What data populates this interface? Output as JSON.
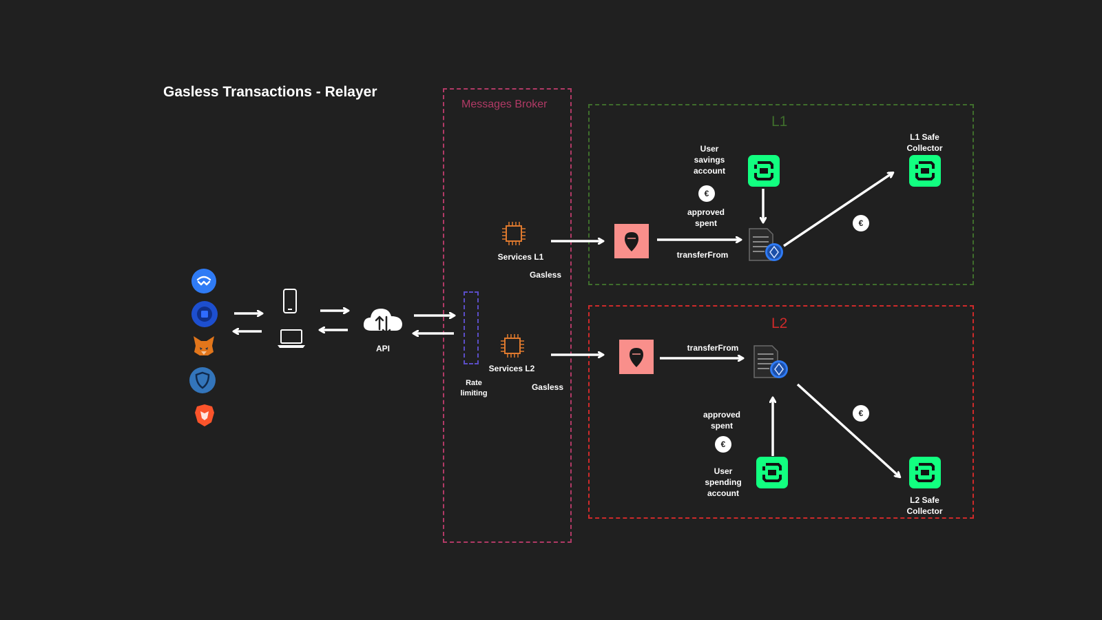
{
  "title": "Gasless Transactions - Relayer",
  "broker": {
    "label": "Messages Broker",
    "color": "#b23a66"
  },
  "l1": {
    "label": "L1",
    "color": "#3f6e2c",
    "service_label": "Services L1",
    "gasless_label": "Gasless",
    "user_account_label": "User savings account",
    "approved_label": "approved spent",
    "transfer_label": "transferFrom",
    "collector_label": "L1 Safe Collector"
  },
  "l2": {
    "label": "L2",
    "color": "#cf2a2a",
    "service_label": "Services L2",
    "gasless_label": "Gasless",
    "user_account_label": "User spending account",
    "approved_label": "approved spent",
    "transfer_label": "transferFrom",
    "collector_label": "L2 Safe Collector"
  },
  "api_label": "API",
  "rate_limiting_label": "Rate limiting",
  "currency_symbol": "€",
  "wallets": [
    "walletconnect-icon",
    "coinbase-wallet-icon",
    "metamask-icon",
    "trust-wallet-icon",
    "brave-icon"
  ],
  "colors": {
    "background": "#202020",
    "safe_green": "#12ff80",
    "chip_orange": "#e07a2e",
    "rate_box": "#5b4ec7"
  }
}
